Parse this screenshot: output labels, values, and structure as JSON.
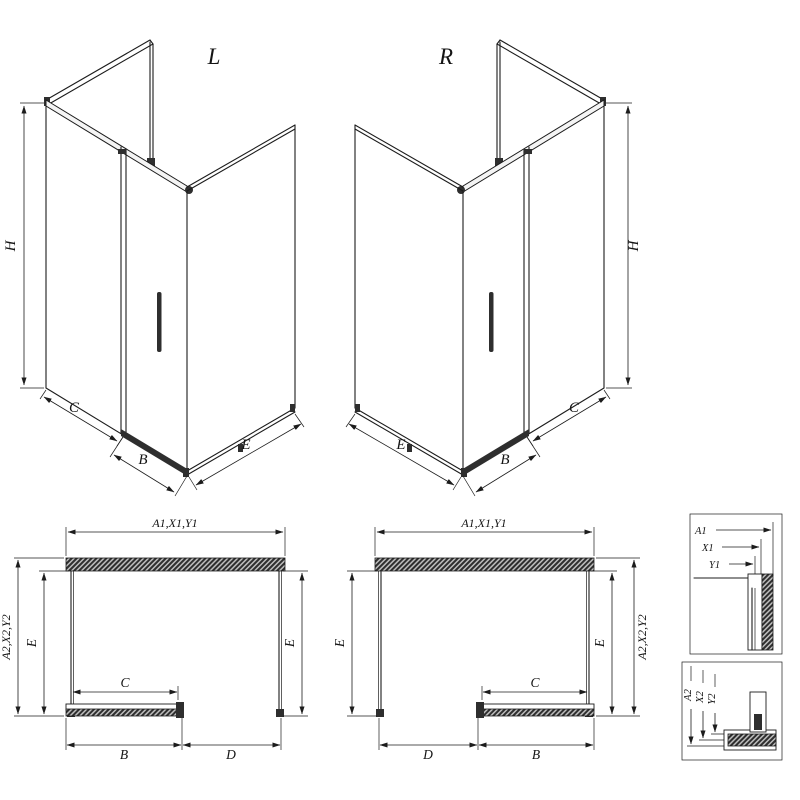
{
  "colors": {
    "line": "#1c1c1c",
    "profile_fill": "#2e2e2e",
    "background": "#ffffff"
  },
  "views": {
    "iso_left": {
      "label": "L",
      "height": "H",
      "front_fixed": "C",
      "door": "B",
      "side": "E"
    },
    "iso_right": {
      "label": "R",
      "height": "H",
      "front_fixed": "C",
      "door": "B",
      "side": "E"
    },
    "plan_left": {
      "width": "A1,X1,Y1",
      "depth_outer": "A2,X2,Y2",
      "depth_left": "E",
      "depth_right": "E",
      "door_glass": "C",
      "door": "B",
      "opening": "D"
    },
    "plan_center": {
      "width": "A1,X1,Y1",
      "depth_outer": "A2,X2,Y2",
      "depth_left": "E",
      "depth_right": "E",
      "door_glass": "C",
      "door": "B",
      "opening": "D"
    },
    "detail_width": {
      "dims": [
        "A1",
        "X1",
        "Y1"
      ]
    },
    "detail_depth": {
      "dims": [
        "A2",
        "X2",
        "Y2"
      ]
    }
  }
}
